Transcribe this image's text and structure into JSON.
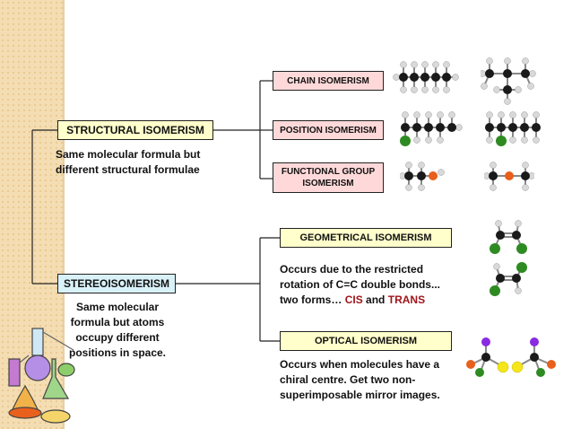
{
  "structural": {
    "label": "STRUCTURAL ISOMERISM",
    "desc": "Same molecular formula but different structural formulae",
    "types": [
      {
        "label": "CHAIN ISOMERISM"
      },
      {
        "label": "POSITION ISOMERISM"
      },
      {
        "label": "FUNCTIONAL GROUP ISOMERISM"
      }
    ]
  },
  "stereo": {
    "label": "STEREOISOMERISM",
    "desc": "Same molecular formula but atoms occupy different positions in space.",
    "geometrical": {
      "label": "GEOMETRICAL ISOMERISM",
      "desc": "Occurs due to the restricted rotation of C=C double bonds... two forms…",
      "cis": "CIS",
      "and": "and",
      "trans": "TRANS"
    },
    "optical": {
      "label": "OPTICAL ISOMERISM",
      "desc": "Occurs when molecules have a chiral centre.  Get two non-superimposable mirror images."
    }
  },
  "colors": {
    "structural_box": "#ffffcc",
    "chain_box": "#ffd9d9",
    "stereo_box": "#d9f1f8",
    "geometric_box": "#ffffcc",
    "highlight_text": "#a0141a",
    "carbon": "#1a1a1a",
    "hydrogen": "#d9d9d9",
    "chlorine": "#2e8b22",
    "oxygen": "#e8601c",
    "iodine": "#8a2be2",
    "sulfur": "#f5e61a"
  }
}
